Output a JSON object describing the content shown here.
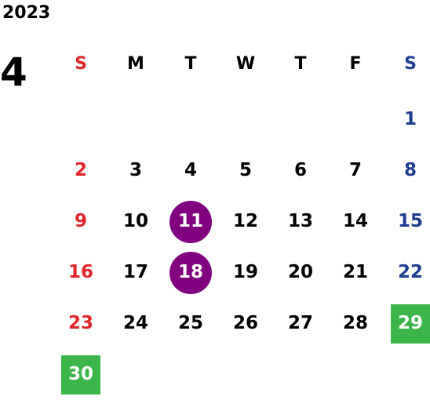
{
  "calendar": {
    "year": "2023",
    "month": "4",
    "weekdays": [
      "S",
      "M",
      "T",
      "W",
      "T",
      "F",
      "S"
    ],
    "days": [
      "",
      "",
      "",
      "",
      "",
      "",
      "1",
      "2",
      "3",
      "4",
      "5",
      "6",
      "7",
      "8",
      "9",
      "10",
      "11",
      "12",
      "13",
      "14",
      "15",
      "16",
      "17",
      "18",
      "19",
      "20",
      "21",
      "22",
      "23",
      "24",
      "25",
      "26",
      "27",
      "28",
      "29",
      "30",
      "",
      "",
      "",
      "",
      "",
      ""
    ],
    "circled_days": [
      "11",
      "18"
    ],
    "boxed_days": [
      "29",
      "30"
    ]
  },
  "colors": {
    "sunday": "#e0252b",
    "saturday": "#1f3d8f",
    "circle": "#800080",
    "box": "#3cb54a"
  }
}
